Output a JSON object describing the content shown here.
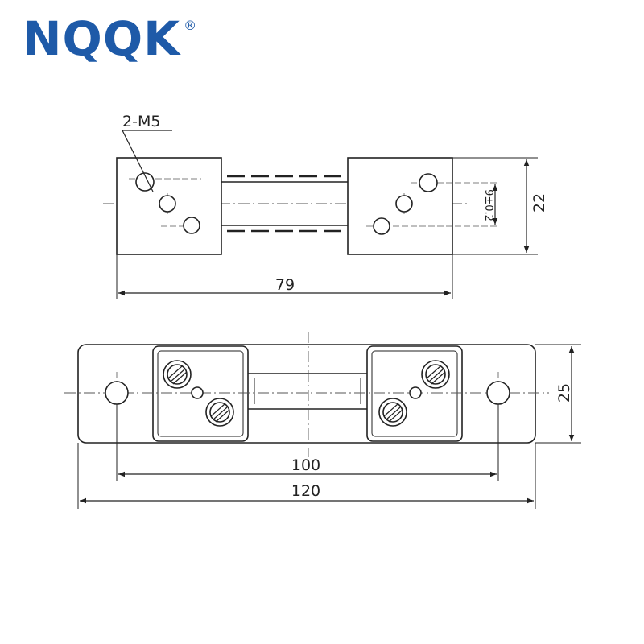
{
  "brand": {
    "name": "NQQK",
    "registered_mark": "®",
    "color": "#1e5aa8"
  },
  "drawing": {
    "line_color": "#222222",
    "centerline_color": "#555555",
    "top_view": {
      "hole_callout": "2-M5",
      "width_dim": "79",
      "height_dim": "22",
      "spacing_dim": "9±0.2"
    },
    "front_view": {
      "height_dim": "25",
      "hole_spacing_dim": "100",
      "overall_length_dim": "120"
    }
  }
}
